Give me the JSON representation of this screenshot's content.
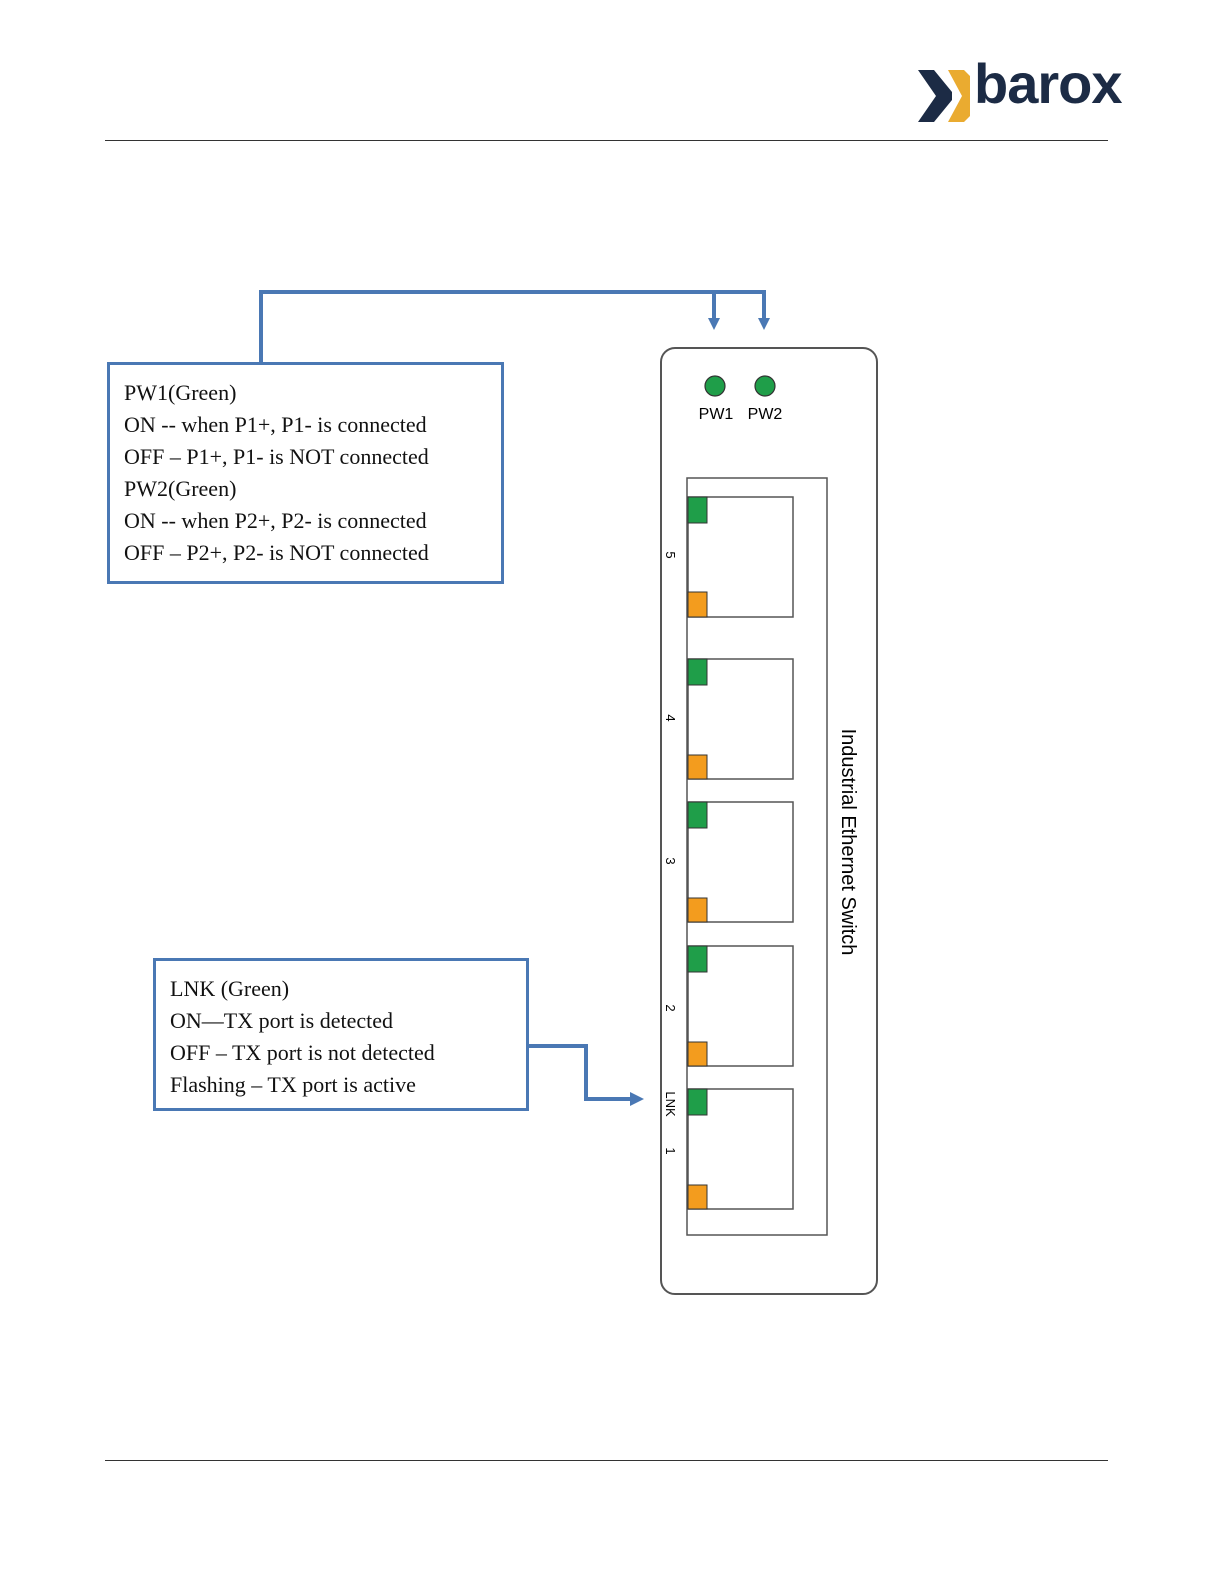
{
  "header": {
    "logo_text": "barox",
    "logo_mark_icon": "barox-arrow-mark"
  },
  "callouts": {
    "power": {
      "lines": [
        "PW1(Green)",
        "ON -- when P1+, P1- is connected",
        "OFF – P1+, P1- is NOT connected",
        "PW2(Green)",
        "ON -- when P2+, P2- is connected",
        "OFF – P2+, P2- is NOT connected"
      ]
    },
    "link": {
      "lines": [
        "LNK (Green)",
        "ON—TX port is detected",
        "OFF – TX port is not detected",
        "Flashing – TX port is active"
      ]
    }
  },
  "device": {
    "title": "Industrial Ethernet Switch",
    "power_leds": [
      "PW1",
      "PW2"
    ],
    "ports": [
      {
        "label": "5"
      },
      {
        "label": "4"
      },
      {
        "label": "3"
      },
      {
        "label": "2"
      },
      {
        "label": "1",
        "led_label": "LNK"
      }
    ]
  },
  "colors": {
    "connector": "#4a78b4",
    "led_green": "#1f9e49",
    "led_orange": "#f39c1e",
    "logo_dark": "#1c2b45",
    "logo_gold": "#e8a21a"
  }
}
